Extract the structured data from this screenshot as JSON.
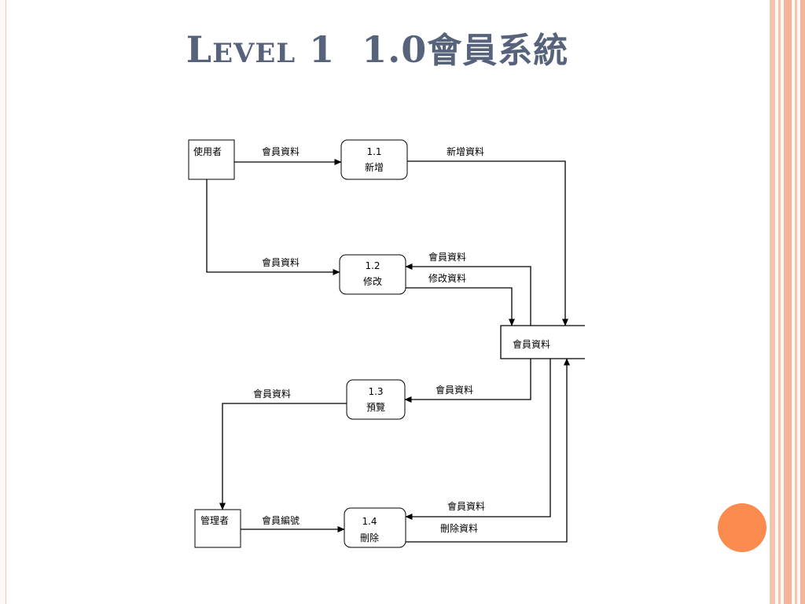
{
  "slide": {
    "title_prefix_large": "L",
    "title_prefix_small": "EVEL",
    "title_number": "1",
    "title_sub": "1.0",
    "title_zh": "會員系統"
  },
  "diagram": {
    "entities": {
      "user": "使用者",
      "admin": "管理者"
    },
    "processes": {
      "p1": {
        "id": "1.1",
        "name": "新增"
      },
      "p2": {
        "id": "1.2",
        "name": "修改"
      },
      "p3": {
        "id": "1.3",
        "name": "預覽"
      },
      "p4": {
        "id": "1.4",
        "name": "刪除"
      }
    },
    "datastore": "會員資料",
    "flows": {
      "user_to_p1": "會員資料",
      "p1_to_store": "新增資料",
      "user_to_p2": "會員資料",
      "store_to_p2": "會員資料",
      "p2_to_store": "修改資料",
      "store_to_p3": "會員資料",
      "p3_to_admin": "會員資料",
      "admin_to_p4": "會員編號",
      "store_to_p4": "會員資料",
      "p4_to_store": "刪除資料"
    }
  },
  "colors": {
    "title": "#57637a",
    "accent_dot": "#fb8a4e",
    "stripe": "#f4b8a0"
  }
}
